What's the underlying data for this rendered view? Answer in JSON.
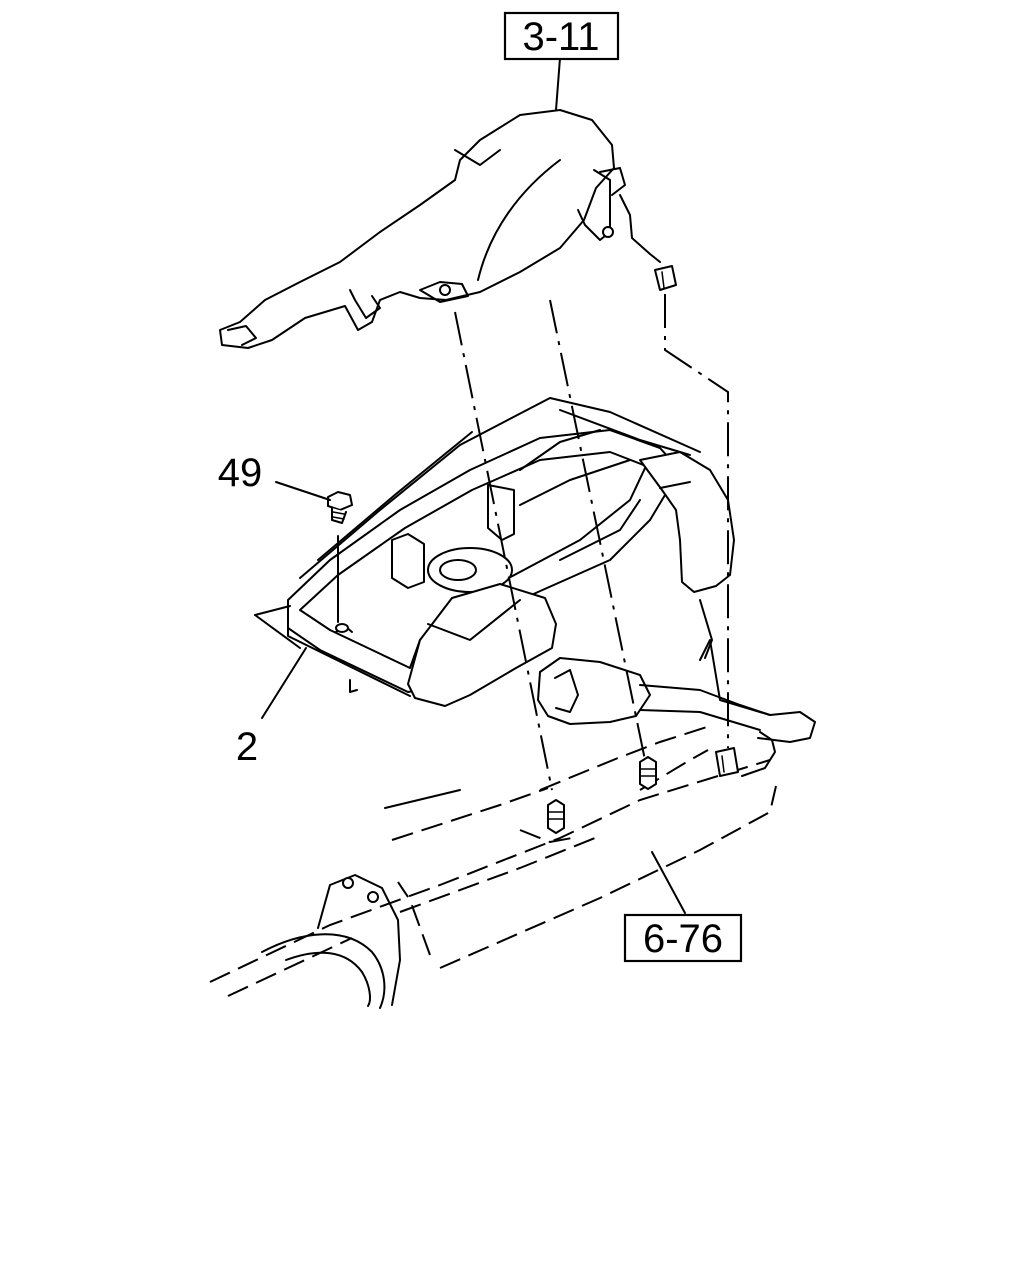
{
  "callouts": {
    "ref_top": "3-11",
    "ref_bottom": "6-76",
    "part_bolt": "49",
    "part_console": "2"
  },
  "colors": {
    "line": "#000000",
    "background": "#ffffff"
  }
}
